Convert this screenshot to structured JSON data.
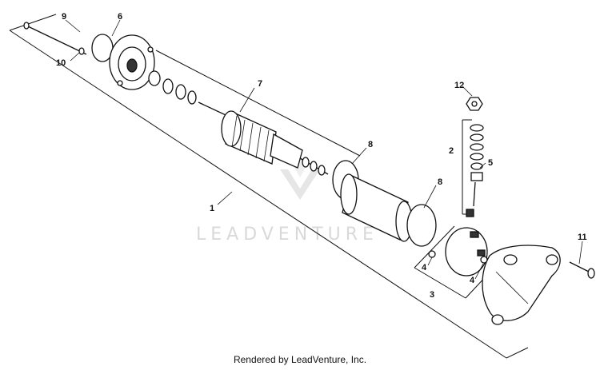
{
  "watermark": {
    "text": "LEADVENTURE"
  },
  "footer": {
    "text": "Rendered by LeadVenture, Inc."
  },
  "callouts": {
    "c1": "1",
    "c2": "2",
    "c3": "3",
    "c4a": "4",
    "c4b": "4",
    "c5": "5",
    "c6": "6",
    "c7": "7",
    "c8a": "8",
    "c8b": "8",
    "c9": "9",
    "c10": "10",
    "c11": "11",
    "c12": "12"
  }
}
